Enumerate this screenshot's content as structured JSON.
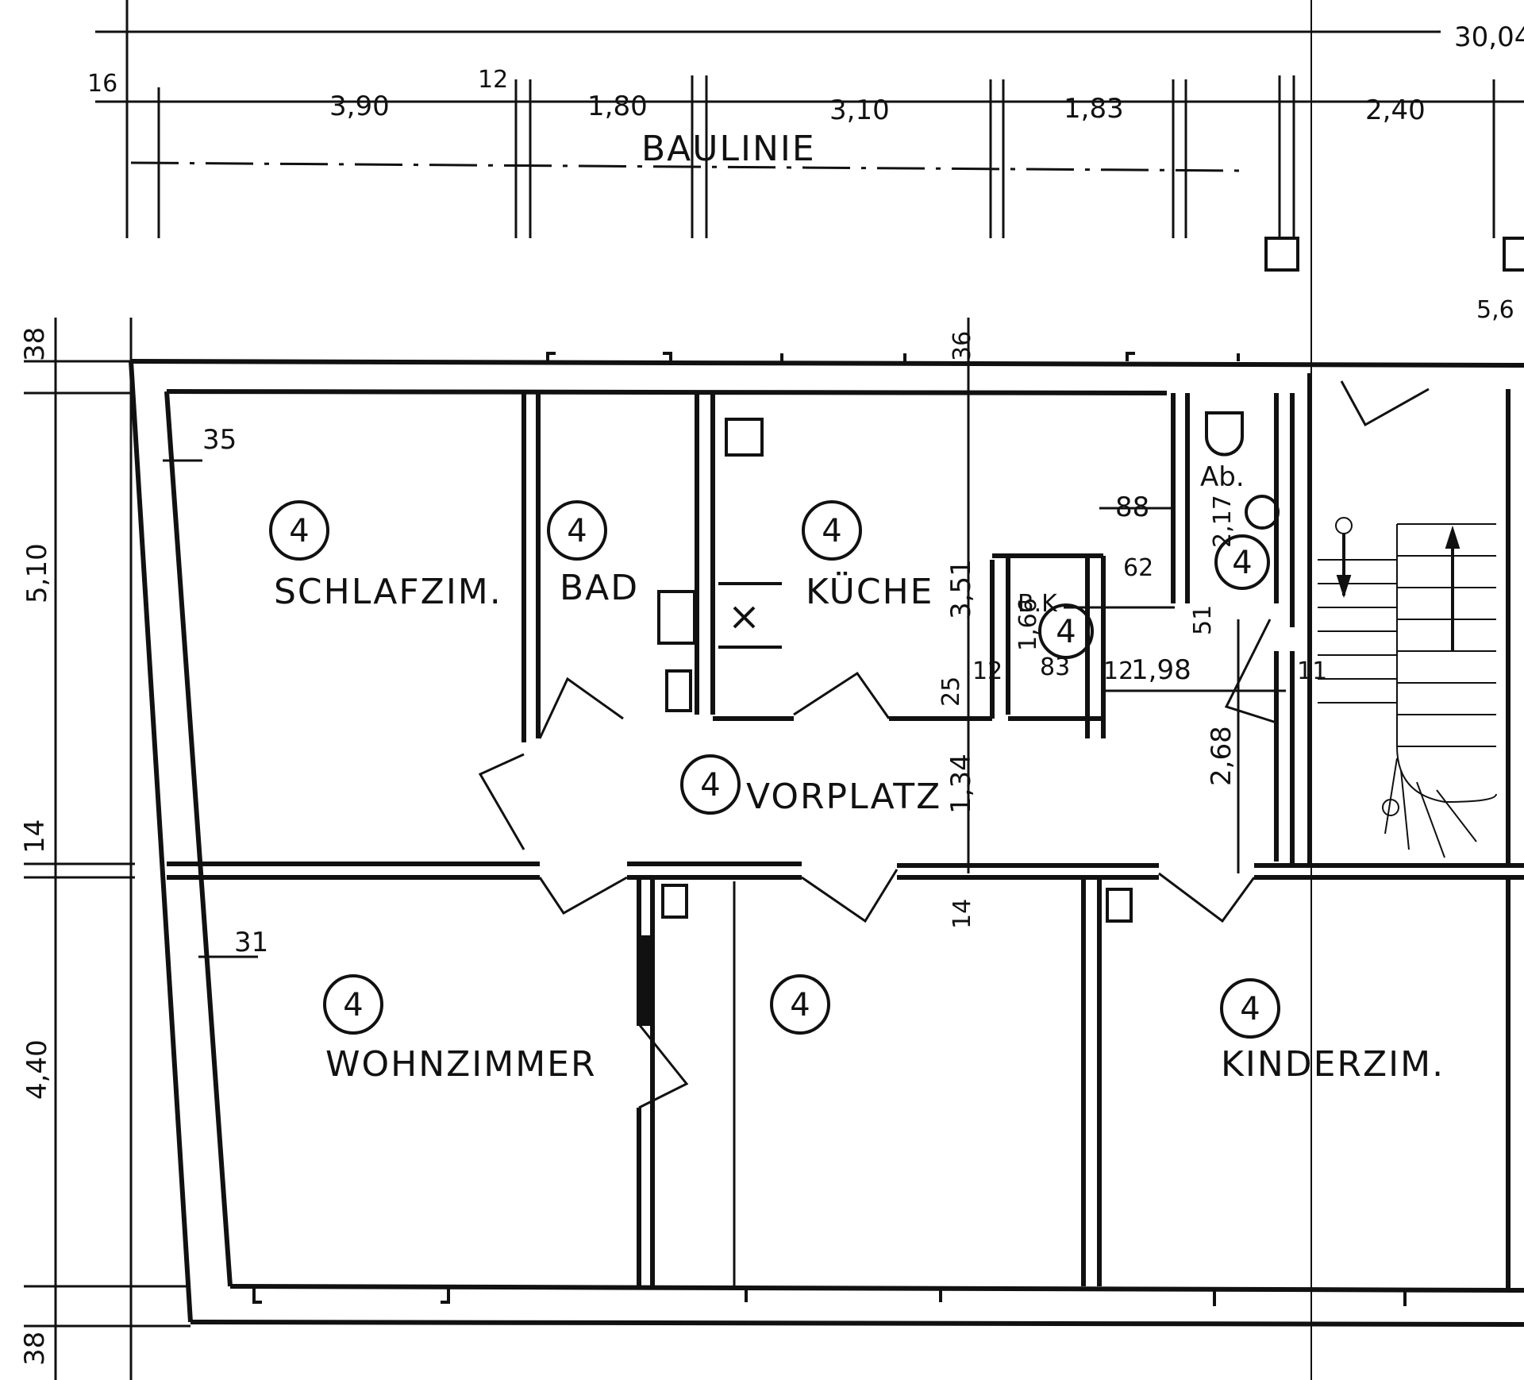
{
  "colors": {
    "ink": "#111111",
    "paper": "#ffffff"
  },
  "rooms": {
    "schlafzim": "SCHLAFZIM.",
    "bad": "BAD",
    "kueche": "KÜCHE",
    "vorplatz": "VORPLATZ",
    "wohnzimmer": "WOHNZIMMER",
    "kinderzim": "KINDERZIM.",
    "ab": "Ab.",
    "bk": "B.K"
  },
  "room_marker": "4",
  "baulinie": "BAULINIE",
  "dimensions": {
    "total": "30,04",
    "d390": "3,90",
    "d180": "1,80",
    "d310": "3,10",
    "d183": "1,83",
    "d240": "2,40",
    "d510": "5,10",
    "d440": "4,40",
    "d38a": "38",
    "d38b": "38",
    "d14": "14",
    "d16": "16",
    "d12": "12",
    "d35": "35",
    "d31": "31",
    "d88": "88",
    "d351": "3,51",
    "d217": "2,17",
    "d268": "2,68",
    "d134": "1,34",
    "d25": "25",
    "d12b": "12",
    "d83": "83",
    "d121": "12",
    "d198": "1,98",
    "d166": "1,66",
    "d14b": "14",
    "d36": "36",
    "d11": "11",
    "d56": "5,6",
    "d62": "62",
    "d51": "51"
  }
}
